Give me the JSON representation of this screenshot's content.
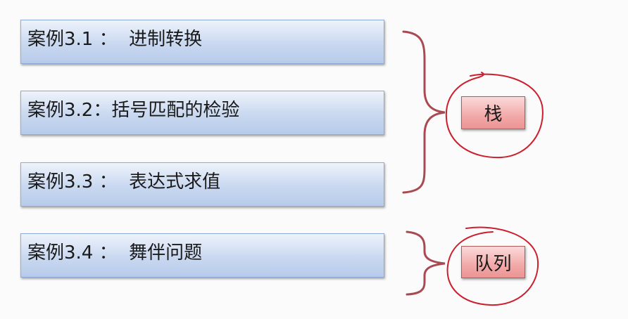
{
  "cases": [
    {
      "label": "案例3.1 ：  进制转换"
    },
    {
      "label": "案例3.2：括号匹配的检验"
    },
    {
      "label": "案例3.3 ：  表达式求值"
    },
    {
      "label": "案例3.4 ：  舞伴问题"
    }
  ],
  "tags": {
    "stack": "栈",
    "queue": "队列"
  },
  "colors": {
    "brace": "#a94a52",
    "ink_circle": "#cc1f2e",
    "case_fill": "#c9d8f0",
    "tag_fill": "#f2a9a9"
  }
}
